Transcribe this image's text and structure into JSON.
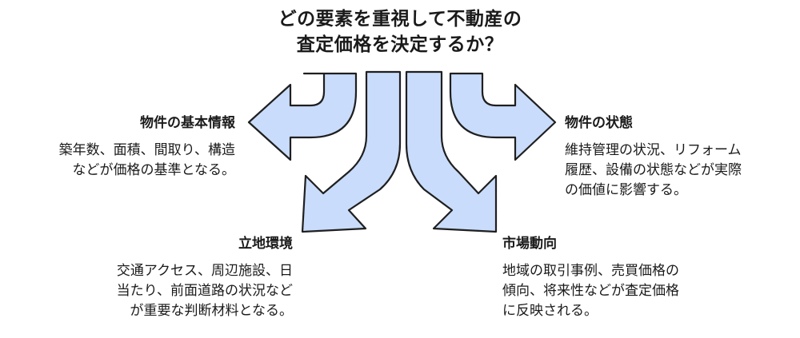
{
  "title": {
    "line1": "どの要素を重視して不動産の",
    "line2": "査定価格を決定するか？"
  },
  "factors": {
    "basic_info": {
      "heading": "物件の基本情報",
      "lines": [
        "築年数、面積、間取り、構造",
        "などが価格の基準となる。"
      ]
    },
    "condition": {
      "heading": "物件の状態",
      "lines": [
        "維持管理の状況、リフォーム",
        "履歴、設備の状態などが実際",
        "の価値に影響する。"
      ]
    },
    "location": {
      "heading": "立地環境",
      "lines": [
        "交通アクセス、周辺施設、日",
        "当たり、前面道路の状況など",
        "が重要な判断材料となる。"
      ]
    },
    "market": {
      "heading": "市場動向",
      "lines": [
        "地域の取引事例、売買価格の",
        "傾向、将来性などが査定価格",
        "に反映される。"
      ]
    }
  },
  "colors": {
    "arrow_fill": "#c9dcfb",
    "arrow_stroke": "#1f1f1f"
  }
}
